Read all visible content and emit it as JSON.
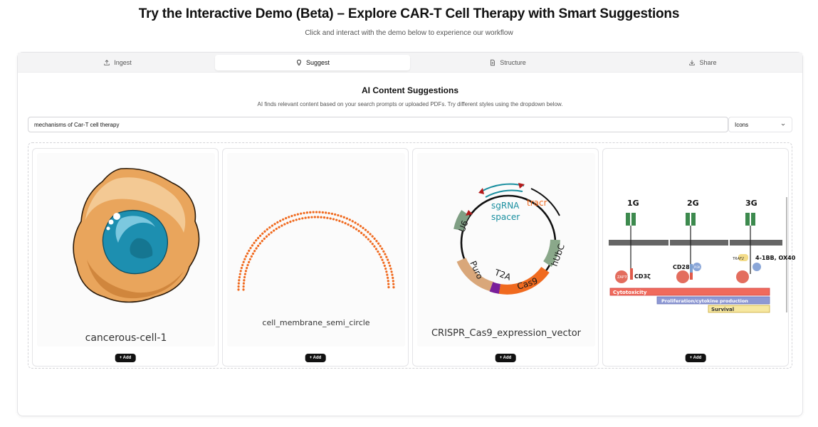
{
  "header": {
    "title": "Try the Interactive Demo (Beta) – Explore CAR-T Cell Therapy with Smart Suggestions",
    "subtitle": "Click and interact with the demo below to experience our workflow"
  },
  "tabs": [
    {
      "label": "Ingest",
      "icon": "upload-icon",
      "active": false
    },
    {
      "label": "Suggest",
      "icon": "lightbulb-icon",
      "active": true
    },
    {
      "label": "Structure",
      "icon": "document-icon",
      "active": false
    },
    {
      "label": "Share",
      "icon": "download-icon",
      "active": false
    }
  ],
  "suggestions": {
    "title": "AI Content Suggestions",
    "description": "AI finds relevant content based on your search prompts or uploaded PDFs. Try different styles using the dropdown below.",
    "search_value": "mechanisms of Car-T cell therapy",
    "style_selected": "Icons"
  },
  "cards": [
    {
      "label": "cancerous-cell-1",
      "add_label": "+ Add"
    },
    {
      "label": "cell_membrane_semi_circle",
      "add_label": "+ Add"
    },
    {
      "label": "CRISPR_Cas9_expression_vector",
      "add_label": "+ Add",
      "plasmid": {
        "u6": "U6",
        "sgrna": "sgRNA",
        "spacer": "spacer",
        "tracr": "tracr",
        "hubc": "hUbC",
        "puro": "Puro",
        "t2a": "T2A",
        "cas9": "Cas9"
      }
    },
    {
      "label": "",
      "add_label": "+ Add",
      "car": {
        "g1": "1G",
        "g2": "2G",
        "g3": "3G",
        "cd3z": "CD3ζ",
        "zap70": "ZAP70",
        "cd28": "CD28",
        "pi3k": "PI3K",
        "traf": "TRAF2",
        "costim": "4-1BB, OX40",
        "cytotoxicity": "Cytotoxicity",
        "proliferation": "Proliferation/cytokine production",
        "survival": "Survival"
      }
    }
  ],
  "colors": {
    "accent": "#111111",
    "orange": "#f06a1f",
    "teal": "#1a8fa0",
    "green": "#5c9a5c"
  }
}
